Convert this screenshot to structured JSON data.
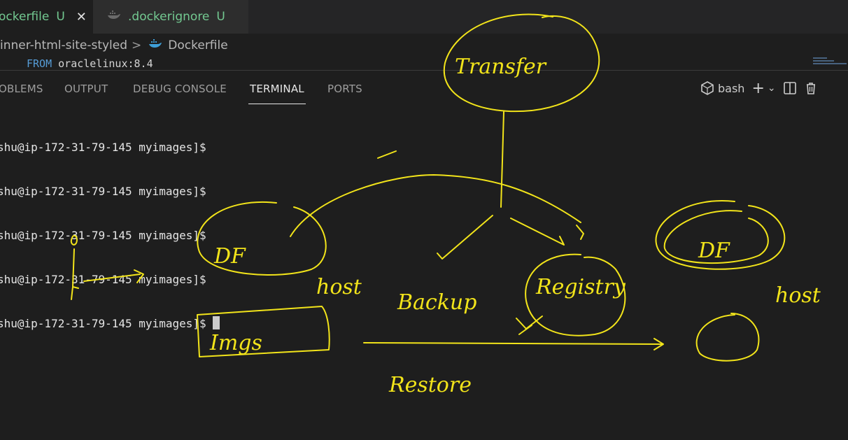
{
  "editor": {
    "tabs": [
      {
        "label": "ockerfile",
        "status": "U",
        "close": "✕"
      },
      {
        "label": ".dockerignore",
        "status": "U"
      }
    ],
    "breadcrumb": {
      "folder": "inner-html-site-styled",
      "separator": ">",
      "file": "Dockerfile"
    },
    "code": {
      "keyword": "FROM",
      "argument": "oraclelinux:8.4"
    }
  },
  "panel": {
    "tabs": [
      "OBLEMS",
      "OUTPUT",
      "DEBUG CONSOLE",
      "TERMINAL",
      "PORTS"
    ],
    "active_tab": "TERMINAL",
    "shell_label": "bash",
    "add_symbol": "+",
    "dropdown_symbol": "⌄"
  },
  "terminal": {
    "lines": [
      "shu@ip-172-31-79-145 myimages]$",
      "shu@ip-172-31-79-145 myimages]$",
      "shu@ip-172-31-79-145 myimages]$",
      "shu@ip-172-31-79-145 myimages]$",
      "shu@ip-172-31-79-145 myimages]$ "
    ]
  },
  "annotations": {
    "color": "#f2e41a",
    "transfer": "Transfer",
    "df_left": "DF",
    "df_right": "DF",
    "host_left": "host",
    "host_right": "host",
    "backup": "Backup",
    "registry": "Registry",
    "images": "Imgs",
    "restore": "Restore"
  }
}
